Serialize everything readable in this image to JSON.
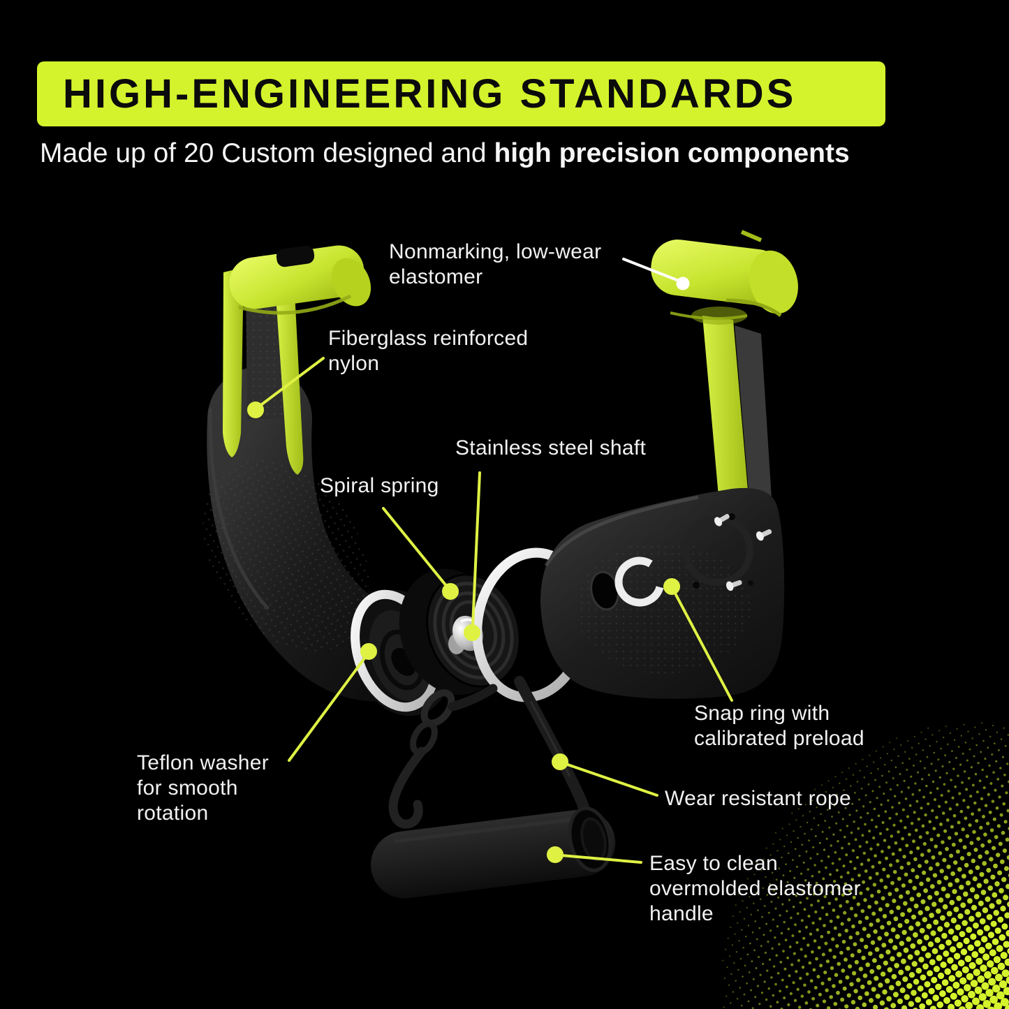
{
  "header": {
    "banner": {
      "label": "HIGH-ENGINEERING STANDARDS",
      "bg": "#d5f32c",
      "text_color": "#0b0b0b"
    },
    "subtitle": {
      "regular": "Made up of 20 Custom designed and ",
      "bold": "high precision components",
      "color": "#f5f5f5"
    }
  },
  "colors": {
    "background": "#000000",
    "accent": "#d5f32c",
    "leader_line_yellow": "#dff243",
    "leader_line_white": "#ffffff",
    "label_text": "#f2f2f2",
    "product_yellow": "#c7e42f",
    "product_dark": "#1e1e1e",
    "metal_silver": "#d8d8d8"
  },
  "figure": {
    "description": "Exploded view of a training handle: two yellow-and-black molded grips, spiral spring, steel shaft, washers, snap ring, rope and overmolded handle"
  },
  "callouts": [
    {
      "name": "nonmarking-elastomer",
      "marker": "white",
      "lines": [
        "Nonmarking, low-wear",
        "elastomer"
      ]
    },
    {
      "name": "fiberglass-nylon",
      "marker": "yellow",
      "lines": [
        "Fiberglass reinforced",
        "nylon"
      ]
    },
    {
      "name": "stainless-shaft",
      "marker": "yellow",
      "lines": [
        "Stainless steel shaft"
      ]
    },
    {
      "name": "spiral-spring",
      "marker": "yellow",
      "lines": [
        "Spiral spring"
      ]
    },
    {
      "name": "teflon-washer",
      "marker": "yellow",
      "lines": [
        "Teflon washer",
        "for smooth",
        "rotation"
      ]
    },
    {
      "name": "snap-ring",
      "marker": "yellow",
      "lines": [
        "Snap ring with",
        "calibrated preload"
      ]
    },
    {
      "name": "wear-rope",
      "marker": "yellow",
      "lines": [
        "Wear resistant rope"
      ]
    },
    {
      "name": "easy-clean-handle",
      "marker": "yellow",
      "lines": [
        "Easy to clean",
        "overmolded elastomer",
        "handle"
      ]
    }
  ]
}
